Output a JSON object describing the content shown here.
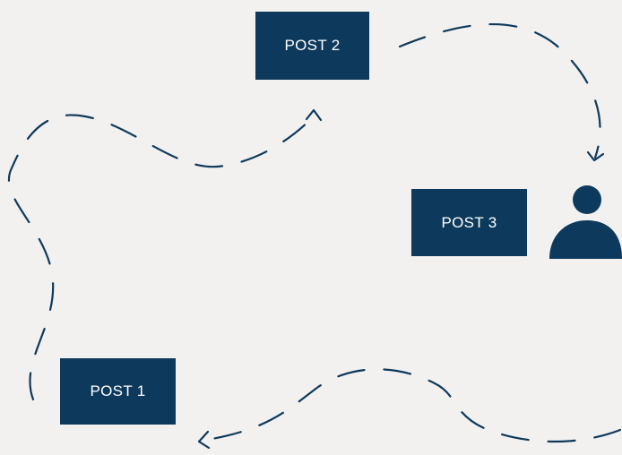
{
  "posts": {
    "post1": "POST 1",
    "post2": "POST 2",
    "post3": "POST 3"
  },
  "colors": {
    "background": "#f3f1ef",
    "accent": "#0d3a5c",
    "label": "#ffffff"
  },
  "icons": {
    "user": "person-icon"
  }
}
